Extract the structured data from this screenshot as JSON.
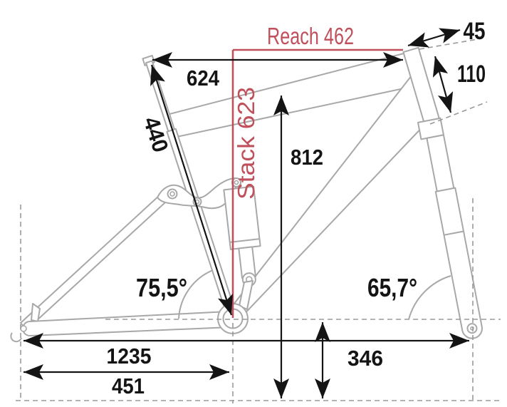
{
  "colors": {
    "accent_red": "#c0505b",
    "frame_gray": "#a8a8a8",
    "dash_gray": "#9a9a9a",
    "ink_black": "#141414"
  },
  "labels": {
    "reach": "Reach 462",
    "stack": "Stack 623",
    "top_tube_horizontal": "624",
    "seat_tube_length": "440",
    "standover_height": "812",
    "head_tube_top_offset": "45",
    "head_tube_length": "110",
    "seat_tube_angle": "75,5°",
    "head_tube_angle": "65,7°",
    "wheelbase": "1235",
    "chainstay_length": "451",
    "bb_height": "346"
  }
}
